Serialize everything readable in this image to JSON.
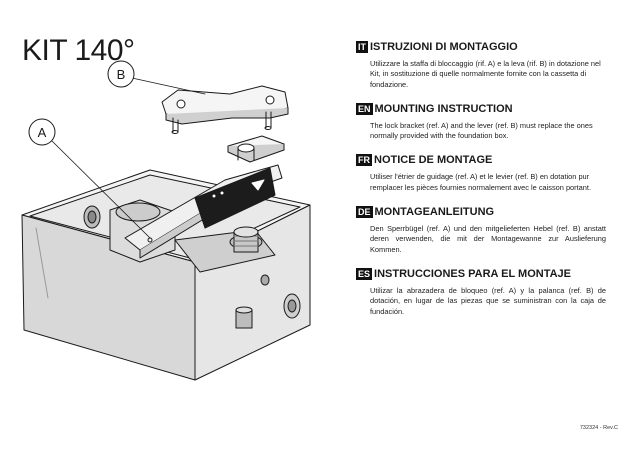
{
  "document": {
    "title": "KIT 140°",
    "reference": "732324 - Rev.C"
  },
  "callouts": {
    "a": "A",
    "b": "B"
  },
  "sections": [
    {
      "code": "IT",
      "title": "ISTRUZIONI DI MONTAGGIO",
      "body": "Utilizzare la staffa di bloccaggio (rif. A) e la leva (rif. B) in dotazione nel Kit, in sostituzione di quelle normalmente fornite con la cassetta di fondazione."
    },
    {
      "code": "EN",
      "title": "MOUNTING INSTRUCTION",
      "body": "The lock bracket (ref. A) and the lever (ref. B) must replace the ones normally provided with the foundation box."
    },
    {
      "code": "FR",
      "title": "NOTICE DE MONTAGE",
      "body": "Utiliser l'étrier de guidage (ref. A) et le levier (ref. B) en dotation pur remplacer les pièces fournies normalement avec le caisson portant."
    },
    {
      "code": "DE",
      "title": "MONTAGEANLEITUNG",
      "body": "Den Sperrbügel (ref. A) und den mitgelieferten Hebel (ref. B) anstatt deren verwenden, die mit der Montagewanne zur Auslieferung Kommen."
    },
    {
      "code": "ES",
      "title": "INSTRUCCIONES PARA EL MONTAJE",
      "body": "Utilizar la abrazadera de bloqueo (ref. A) y la palanca (ref. B) de dotación, en lugar de las piezas que se suministran con la caja de fundación."
    }
  ]
}
